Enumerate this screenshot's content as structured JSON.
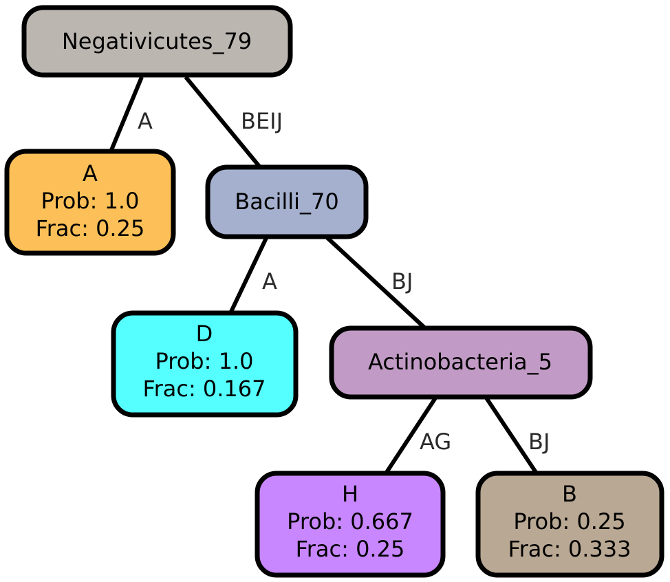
{
  "nodes": {
    "negativicutes": {
      "lines": [
        "Negativicutes_79"
      ],
      "fill": "#bcb6b1"
    },
    "leaf_a": {
      "lines": [
        "A",
        "Prob: 1.0",
        "Frac: 0.25"
      ],
      "fill": "#fdc058"
    },
    "bacilli": {
      "lines": [
        "Bacilli_70"
      ],
      "fill": "#a5b0ce"
    },
    "leaf_d": {
      "lines": [
        "D",
        "Prob: 1.0",
        "Frac: 0.167"
      ],
      "fill": "#55ffff"
    },
    "actinobacteria": {
      "lines": [
        "Actinobacteria_5"
      ],
      "fill": "#c19bc5"
    },
    "leaf_h": {
      "lines": [
        "H",
        "Prob: 0.667",
        "Frac: 0.25"
      ],
      "fill": "#c887ff"
    },
    "leaf_b": {
      "lines": [
        "B",
        "Prob: 0.25",
        "Frac: 0.333"
      ],
      "fill": "#b9a893"
    }
  },
  "edges": {
    "neg_to_a": {
      "label": "A"
    },
    "neg_to_bacilli": {
      "label": "BEIJ"
    },
    "bacilli_to_d": {
      "label": "A"
    },
    "bacilli_to_actino": {
      "label": "BJ"
    },
    "actino_to_h": {
      "label": "AG"
    },
    "actino_to_b": {
      "label": "BJ"
    }
  }
}
